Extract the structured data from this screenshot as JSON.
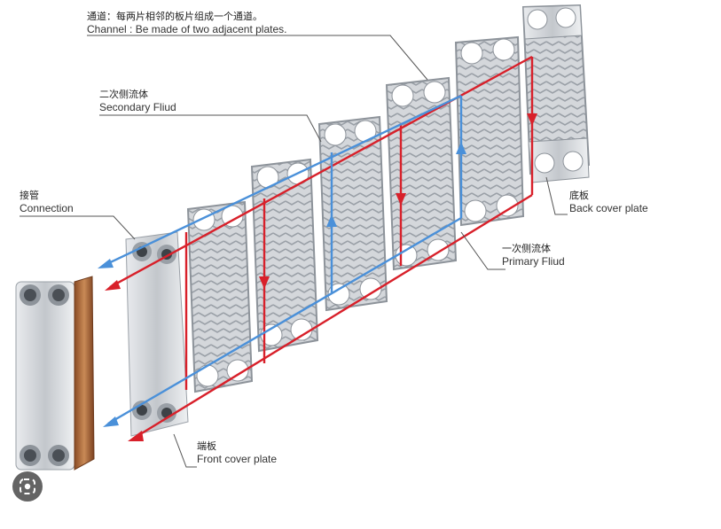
{
  "labels": {
    "channel": {
      "zh": "通道：每两片相邻的板片组成一个通道。",
      "en": "Channel : Be made of two adjacent plates."
    },
    "secondary": {
      "zh": "二次侧流体",
      "en": "Secondary Fliud"
    },
    "connection": {
      "zh": "接管",
      "en": "Connection"
    },
    "back_cover": {
      "zh": "底板",
      "en": "Back cover plate"
    },
    "primary": {
      "zh": "一次侧流体",
      "en": "Primary Fliud"
    },
    "front_cover": {
      "zh": "端板",
      "en": "Front cover plate"
    }
  },
  "colors": {
    "primary_flow": "#d8202a",
    "secondary_flow": "#4a90d9",
    "leader": "#555555",
    "plate": "#c9ccd1",
    "copper": "#b87446"
  },
  "icons": {
    "lens": "lens-search-icon"
  }
}
